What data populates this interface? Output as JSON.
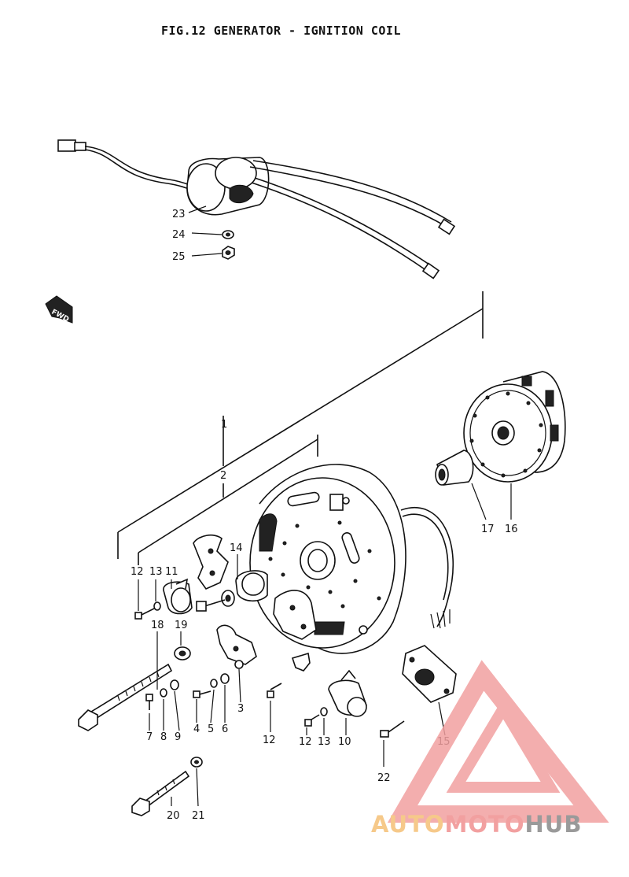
{
  "title": "FIG.12  GENERATOR - IGNITION COIL",
  "front_mark": "FWD",
  "labels": {
    "l1": "1",
    "l2": "2",
    "l3": "3",
    "l4": "4",
    "l5": "5",
    "l6": "6",
    "l7": "7",
    "l8": "8",
    "l9": "9",
    "l10": "10",
    "l11": "11",
    "l12a": "12",
    "l12b": "12",
    "l12c": "12",
    "l13a": "13",
    "l13b": "13",
    "l14": "14",
    "l15": "15",
    "l16": "16",
    "l17": "17",
    "l18": "18",
    "l19": "19",
    "l20": "20",
    "l21": "21",
    "l22": "22",
    "l23": "23",
    "l24": "24",
    "l25": "25"
  },
  "watermark": {
    "part_a": "AUTO",
    "part_b": "MOTO",
    "part_c": "HUB"
  },
  "colors": {
    "ink": "#111111",
    "watermark_red": "#f2a0a0",
    "watermark_orange": "#f6c98a",
    "watermark_gray": "#9a9a9a"
  }
}
